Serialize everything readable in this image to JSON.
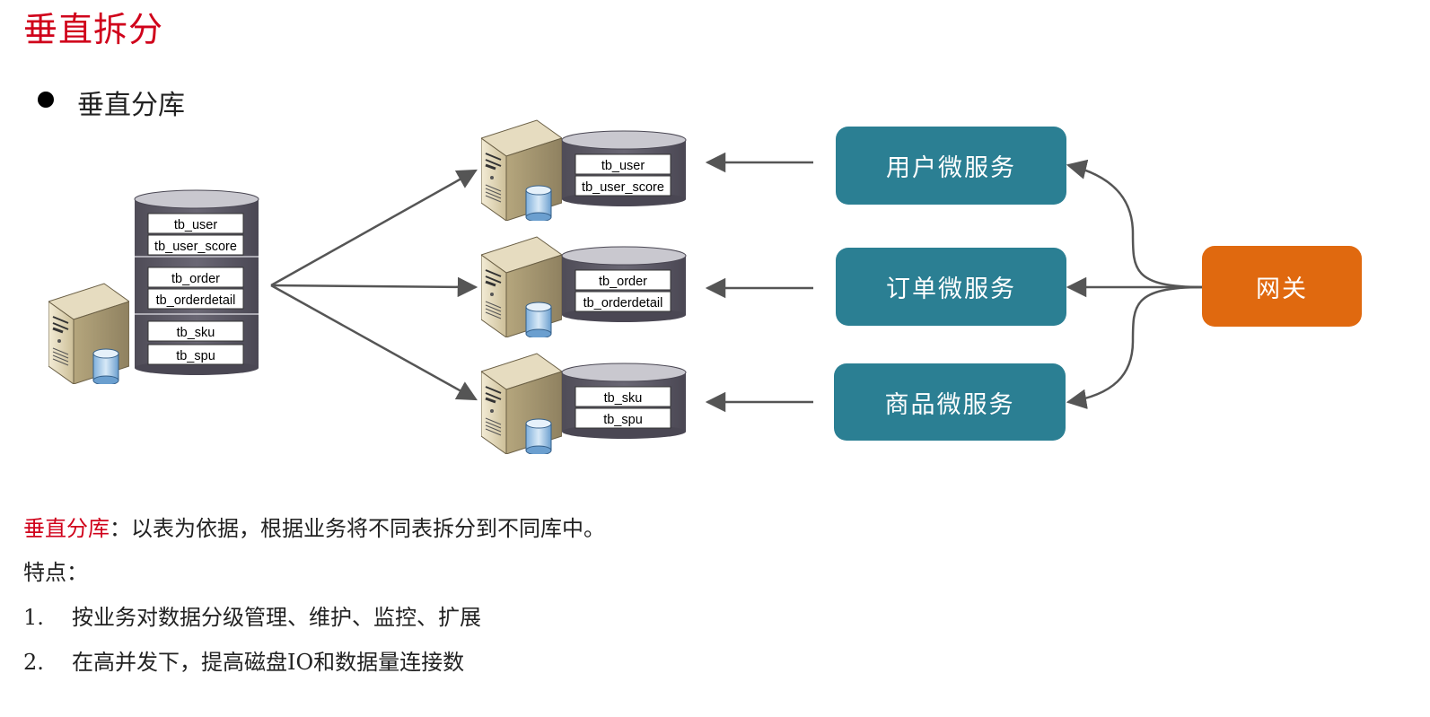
{
  "page": {
    "title": "垂直拆分",
    "bullet": "垂直分库"
  },
  "diagram": {
    "source_db": {
      "tables": [
        "tb_user",
        "tb_user_score",
        "tb_order",
        "tb_orderdetail",
        "tb_sku",
        "tb_spu"
      ]
    },
    "target_dbs": [
      {
        "tables": [
          "tb_user",
          "tb_user_score"
        ]
      },
      {
        "tables": [
          "tb_order",
          "tb_orderdetail"
        ]
      },
      {
        "tables": [
          "tb_sku",
          "tb_spu"
        ]
      }
    ],
    "services": [
      "用户微服务",
      "订单微服务",
      "商品微服务"
    ],
    "gateway": "网关",
    "colors": {
      "service": "#2b7f93",
      "gateway": "#e0690f",
      "title": "#d0021b",
      "arrow": "#555555"
    }
  },
  "description": {
    "label": "垂直分库",
    "text": "：以表为依据，根据业务将不同表拆分到不同库中。",
    "features_label": "特点：",
    "items": [
      {
        "num": "1.",
        "text": "按业务对数据分级管理、维护、监控、扩展"
      },
      {
        "num": "2.",
        "text": "在高并发下，提高磁盘IO和数据量连接数"
      }
    ]
  }
}
